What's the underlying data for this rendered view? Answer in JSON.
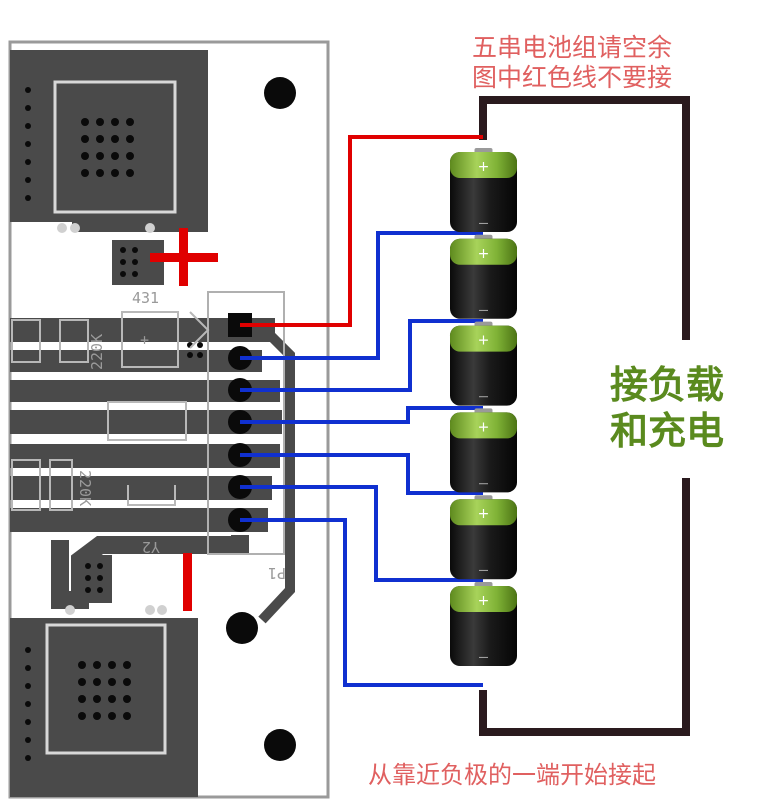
{
  "notes": {
    "top_line1": "五串电池组请空余",
    "top_line2": "图中红色线不要接",
    "load_line1": "接负载",
    "load_line2": "和充电",
    "bottom": "从靠近负极的一端开始接起"
  },
  "pcb": {
    "silk_431": "431",
    "silk_220k_top": "220K",
    "silk_220k_bottom": "220K",
    "silk_y2": "Y2",
    "silk_p1": "P1",
    "plus_sign": "+"
  },
  "battery": {
    "count": 6,
    "plus_symbol": "+",
    "minus_symbol": "—"
  },
  "colors": {
    "red_wire": "#e00000",
    "blue_wire": "#1030d0",
    "load_wire": "#2a1a1e",
    "battery_cap": "#8cbf3a",
    "battery_body": "#1e1e1e",
    "note_red": "#e06060",
    "load_green": "#5a8a1e"
  }
}
